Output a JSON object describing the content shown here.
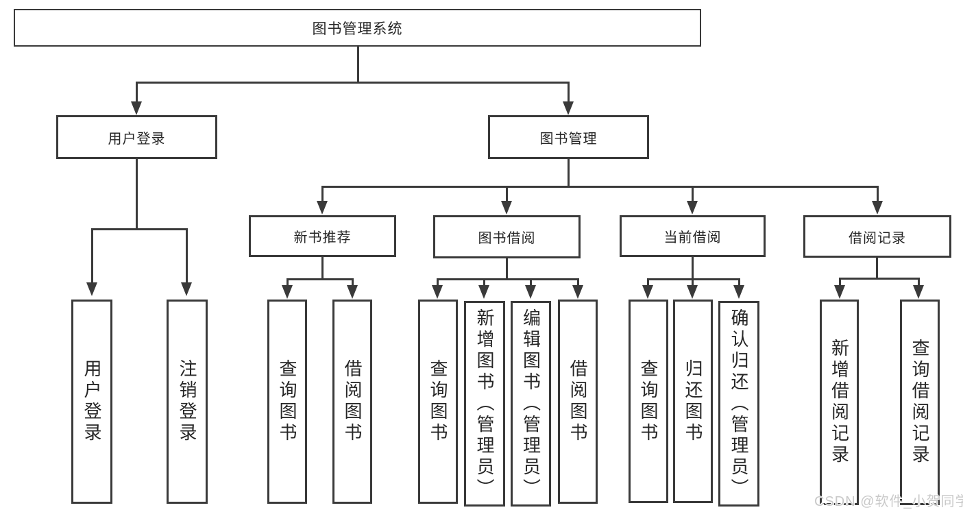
{
  "diagram": {
    "root": {
      "label": "图书管理系统"
    },
    "branches": [
      {
        "label": "用户登录",
        "children": [
          {
            "label": "用户登录"
          },
          {
            "label": "注销登录"
          }
        ]
      },
      {
        "label": "图书管理",
        "children": [
          {
            "label": "新书推荐",
            "children": [
              {
                "label": "查询图书"
              },
              {
                "label": "借阅图书"
              }
            ]
          },
          {
            "label": "图书借阅",
            "children": [
              {
                "label": "查询图书"
              },
              {
                "label": "新增图书（管理员）"
              },
              {
                "label": "编辑图书（管理员）"
              },
              {
                "label": "借阅图书"
              }
            ]
          },
          {
            "label": "当前借阅",
            "children": [
              {
                "label": "查询图书"
              },
              {
                "label": "归还图书"
              },
              {
                "label": "确认归还（管理员）"
              }
            ]
          },
          {
            "label": "借阅记录",
            "children": [
              {
                "label": "新增借阅记录"
              },
              {
                "label": "查询借阅记录"
              }
            ]
          }
        ]
      }
    ],
    "watermark": "CSDN @软件_小贺同学",
    "colors": {
      "line": "#3a3a3a",
      "text": "#262626",
      "background": "#ffffff",
      "watermark": "#c9c9c9"
    }
  }
}
